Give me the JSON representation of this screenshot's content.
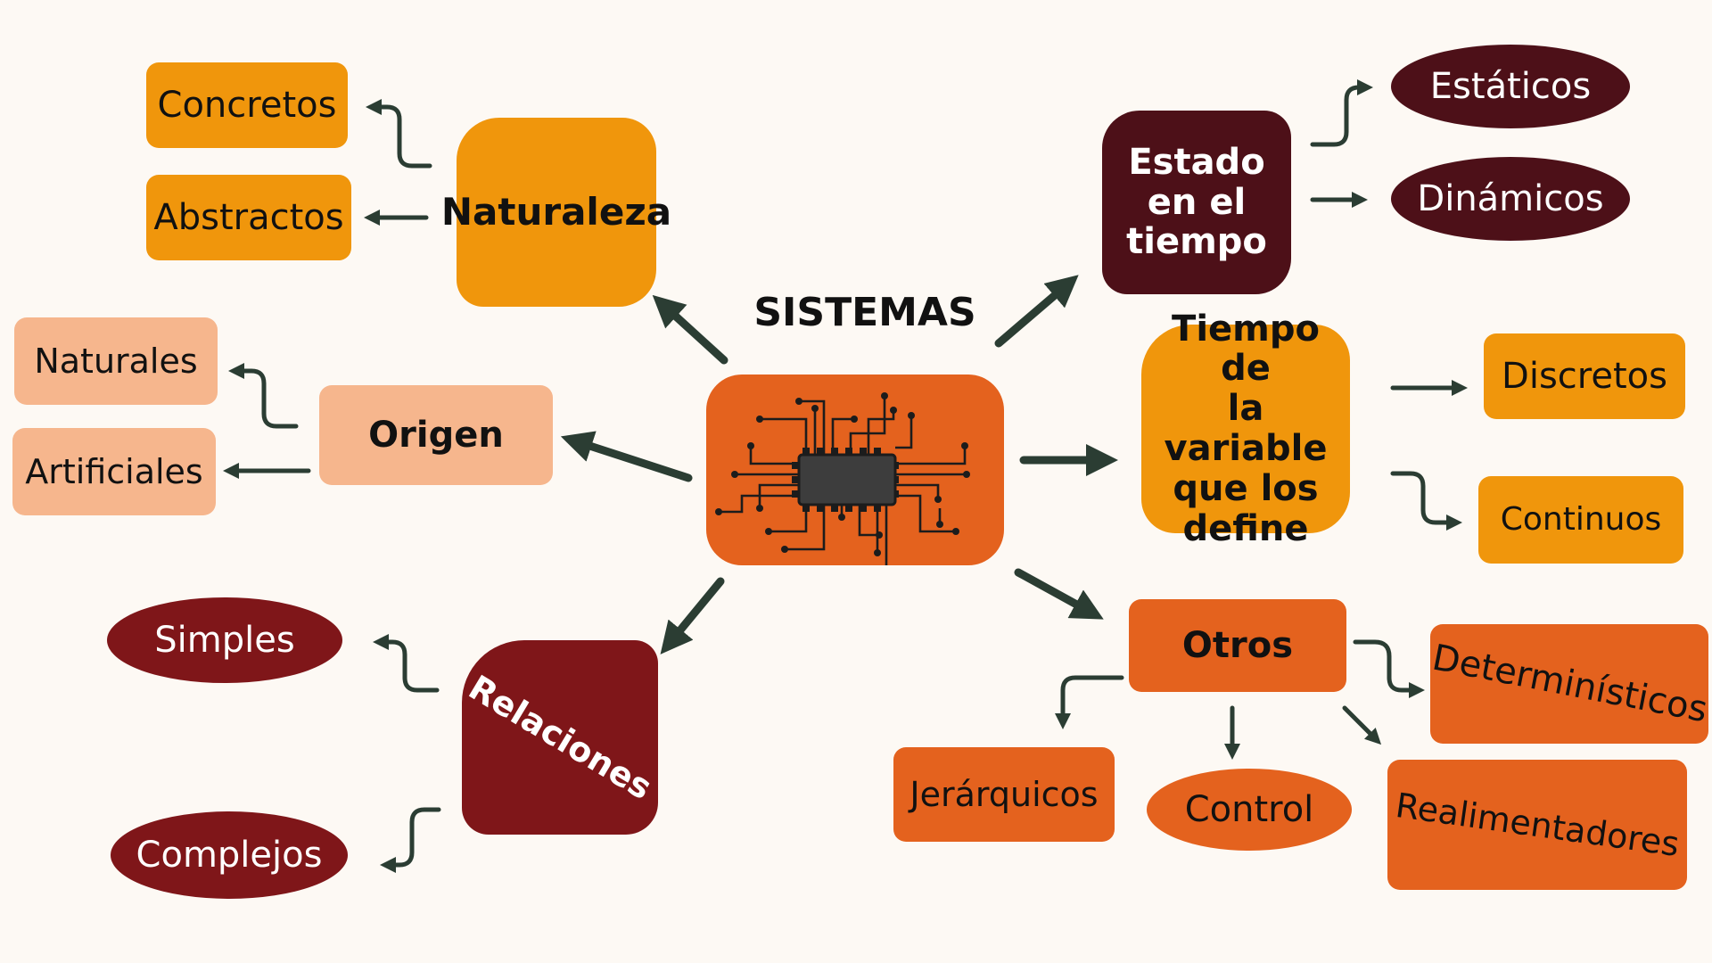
{
  "title": "SISTEMAS",
  "colors": {
    "background": "#fdf9f4",
    "orange": "#f0960c",
    "orange_red": "#e4621e",
    "peach": "#f6b68d",
    "maroon": "#4d1018",
    "dark_red": "#7f1619",
    "arrow": "#2b3d33",
    "chip": "#3a3a3a"
  },
  "center_icon": "circuit-chip-icon",
  "branches": {
    "naturaleza": {
      "label": "Naturaleza",
      "children": [
        "Concretos",
        "Abstractos"
      ]
    },
    "origen": {
      "label": "Origen",
      "children": [
        "Naturales",
        "Artificiales"
      ]
    },
    "relaciones": {
      "label": "Relaciones",
      "children": [
        "Simples",
        "Complejos"
      ]
    },
    "estado": {
      "label_lines": [
        "Estado",
        "en el",
        "tiempo"
      ],
      "children": [
        "Estáticos",
        "Dinámicos"
      ]
    },
    "tiempo_variable": {
      "label_lines": [
        "Tiempo de",
        "la variable",
        "que los",
        "define"
      ],
      "children": [
        "Discretos",
        "Continuos"
      ]
    },
    "otros": {
      "label": "Otros",
      "children": [
        "Determinísticos",
        "Jerárquicos",
        "Control",
        "Realimentadores"
      ]
    }
  }
}
